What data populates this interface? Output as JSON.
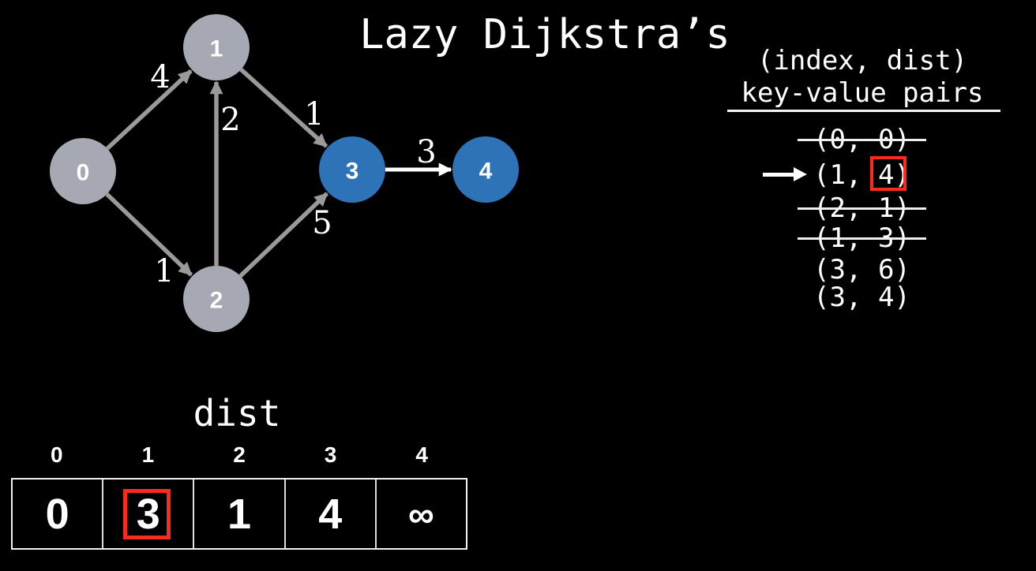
{
  "title": "Lazy Dijkstra’s",
  "colors": {
    "background": "#000000",
    "node_unvisited": "#a6a9b3",
    "node_visited": "#2e73b8",
    "edge_gray": "#9a9a9a",
    "edge_highlight": "#ffffff",
    "highlight_red": "#fa2b1d",
    "text": "#ffffff"
  },
  "graph": {
    "nodes": [
      {
        "id": "0",
        "state": "unvisited"
      },
      {
        "id": "1",
        "state": "unvisited"
      },
      {
        "id": "2",
        "state": "unvisited"
      },
      {
        "id": "3",
        "state": "visited"
      },
      {
        "id": "4",
        "state": "visited"
      }
    ],
    "edges": [
      {
        "from": "0",
        "to": "1",
        "weight": "4",
        "highlighted": false
      },
      {
        "from": "2",
        "to": "1",
        "weight": "2",
        "highlighted": false
      },
      {
        "from": "1",
        "to": "3",
        "weight": "1",
        "highlighted": false
      },
      {
        "from": "0",
        "to": "2",
        "weight": "1",
        "highlighted": false
      },
      {
        "from": "2",
        "to": "3",
        "weight": "5",
        "highlighted": false
      },
      {
        "from": "3",
        "to": "4",
        "weight": "3",
        "highlighted": true
      }
    ]
  },
  "priority_queue": {
    "header_line1": "(index, dist)",
    "header_line2": "key-value pairs",
    "entries": [
      {
        "text": "(0, 0)",
        "struck": true,
        "current": false,
        "value_boxed": false
      },
      {
        "text": "(1, 4)",
        "struck": false,
        "current": true,
        "value_boxed": true
      },
      {
        "text": "(2, 1)",
        "struck": true,
        "current": false,
        "value_boxed": false
      },
      {
        "text": "(1, 3)",
        "struck": true,
        "current": false,
        "value_boxed": false
      },
      {
        "text": "(3, 6)",
        "struck": false,
        "current": false,
        "value_boxed": false
      },
      {
        "text": "(3, 4)",
        "struck": false,
        "current": false,
        "value_boxed": false
      }
    ]
  },
  "dist_array": {
    "label": "dist",
    "indices": [
      "0",
      "1",
      "2",
      "3",
      "4"
    ],
    "values": [
      "0",
      "3",
      "1",
      "4",
      "∞"
    ],
    "boxed_index": "1"
  }
}
